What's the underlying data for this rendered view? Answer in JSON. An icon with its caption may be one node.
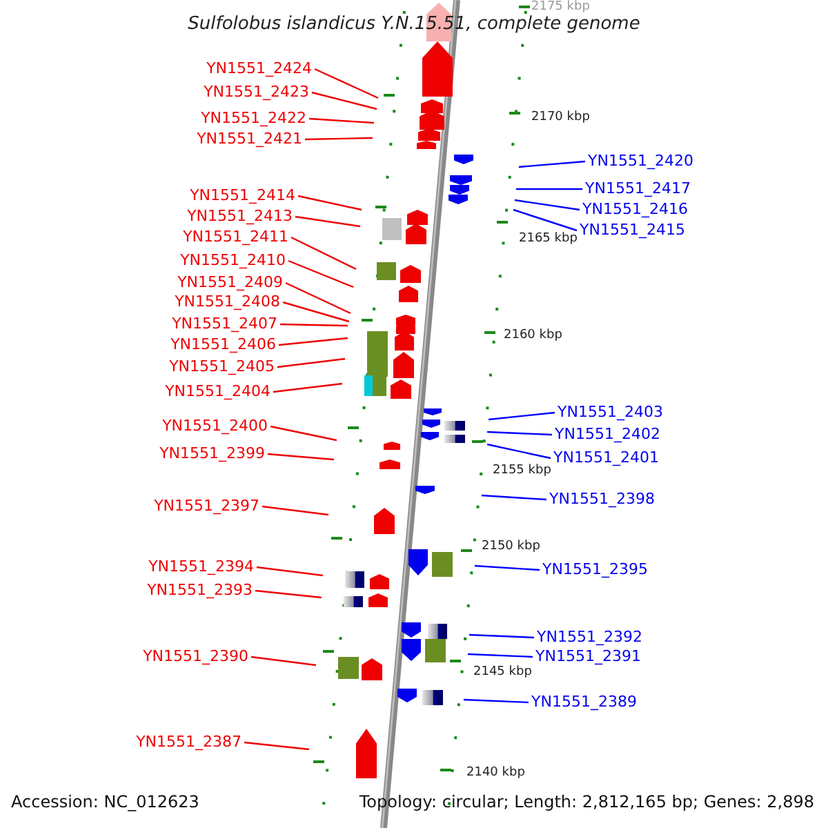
{
  "diagram": {
    "title": "Sulfolobus islandicus Y.N.15.51, complete genome",
    "nodes": [
      {
        "text": [
          "YN1551_2424"
        ]
      },
      {
        "text": [
          "YN1551_2423"
        ]
      },
      {
        "text": [
          "YN1551_2422"
        ]
      },
      {
        "text": [
          "YN1551_2421"
        ]
      },
      {
        "text": [
          "YN1551_2414"
        ]
      },
      {
        "text": [
          "YN1551_2413"
        ]
      },
      {
        "text": [
          "YN1551_2411"
        ]
      },
      {
        "text": [
          "YN1551_2410"
        ]
      },
      {
        "text": [
          "YN1551_2409"
        ]
      },
      {
        "text": [
          "YN1551_2408"
        ]
      },
      {
        "text": [
          "YN1551_2407"
        ]
      },
      {
        "text": [
          "YN1551_2406"
        ]
      },
      {
        "text": [
          "YN1551_2405"
        ]
      },
      {
        "text": [
          "YN1551_2404"
        ]
      },
      {
        "text": [
          "YN1551_2400"
        ]
      },
      {
        "text": [
          "YN1551_2399"
        ]
      },
      {
        "text": [
          "YN1551_2397"
        ]
      },
      {
        "text": [
          "YN1551_2394"
        ]
      },
      {
        "text": [
          "YN1551_2393"
        ]
      },
      {
        "text": [
          "YN1551_2390"
        ]
      },
      {
        "text": [
          "YN1551_2387"
        ]
      },
      {
        "text": [
          "YN1551_2420"
        ]
      },
      {
        "text": [
          "YN1551_2417"
        ]
      },
      {
        "text": [
          "YN1551_2416"
        ]
      },
      {
        "text": [
          "YN1551_2415"
        ]
      },
      {
        "text": [
          "YN1551_2403"
        ]
      },
      {
        "text": [
          "YN1551_2402"
        ]
      },
      {
        "text": [
          "YN1551_2401"
        ]
      },
      {
        "text": [
          "YN1551_2398"
        ]
      },
      {
        "text": [
          "YN1551_2395"
        ]
      },
      {
        "text": [
          "YN1551_2392"
        ]
      },
      {
        "text": [
          "YN1551_2391"
        ]
      },
      {
        "text": [
          "YN1551_2389"
        ]
      }
    ],
    "edges": [
      {
        "from": 0,
        "to": null,
        "arrow": "none"
      },
      {
        "from": 1,
        "to": null,
        "arrow": "none"
      },
      {
        "from": 2,
        "to": null,
        "arrow": "none"
      },
      {
        "from": 3,
        "to": null,
        "arrow": "none"
      },
      {
        "from": 4,
        "to": null,
        "arrow": "none"
      },
      {
        "from": 5,
        "to": null,
        "arrow": "none"
      },
      {
        "from": 6,
        "to": null,
        "arrow": "none"
      },
      {
        "from": 7,
        "to": null,
        "arrow": "none"
      },
      {
        "from": 8,
        "to": null,
        "arrow": "none"
      },
      {
        "from": 9,
        "to": null,
        "arrow": "none"
      },
      {
        "from": 10,
        "to": null,
        "arrow": "none"
      },
      {
        "from": 11,
        "to": null,
        "arrow": "none"
      },
      {
        "from": 12,
        "to": null,
        "arrow": "none"
      },
      {
        "from": 13,
        "to": null,
        "arrow": "none"
      },
      {
        "from": 14,
        "to": null,
        "arrow": "none"
      },
      {
        "from": 15,
        "to": null,
        "arrow": "none"
      },
      {
        "from": 16,
        "to": null,
        "arrow": "none"
      },
      {
        "from": 17,
        "to": null,
        "arrow": "none"
      },
      {
        "from": 18,
        "to": null,
        "arrow": "none"
      },
      {
        "from": 19,
        "to": null,
        "arrow": "none"
      },
      {
        "from": 20,
        "to": null,
        "arrow": "none"
      },
      {
        "from": 21,
        "to": null,
        "arrow": "none",
        "color": "#0000ff"
      },
      {
        "from": 22,
        "to": null,
        "arrow": "none",
        "color": "#0000ff"
      },
      {
        "from": 23,
        "to": null,
        "arrow": "none",
        "color": "#0000ff"
      },
      {
        "from": 24,
        "to": null,
        "arrow": "none",
        "color": "#0000ff"
      },
      {
        "from": 25,
        "to": null,
        "arrow": "none",
        "color": "#0000ff"
      },
      {
        "from": 26,
        "to": null,
        "arrow": "none",
        "color": "#0000ff"
      },
      {
        "from": 27,
        "to": null,
        "arrow": "none",
        "color": "#0000ff"
      },
      {
        "from": 28,
        "to": null,
        "arrow": "none",
        "color": "#0000ff"
      },
      {
        "from": 29,
        "to": null,
        "arrow": "none",
        "color": "#0000ff"
      },
      {
        "from": 30,
        "to": null,
        "arrow": "none",
        "color": "#0000ff"
      },
      {
        "from": 31,
        "to": null,
        "arrow": "none",
        "color": "#0000ff"
      },
      {
        "from": 32,
        "to": null,
        "arrow": "none",
        "color": "#0000ff"
      }
    ],
    "labels": [
      "2175 kbp",
      "2170 kbp",
      "2165 kbp",
      "2160 kbp",
      "2155 kbp",
      "2150 kbp",
      "2145 kbp",
      "2140 kbp",
      "Accession: NC_012623",
      "Topology: circular; Length: 2,812,165 bp; Genes: 2,898"
    ]
  }
}
